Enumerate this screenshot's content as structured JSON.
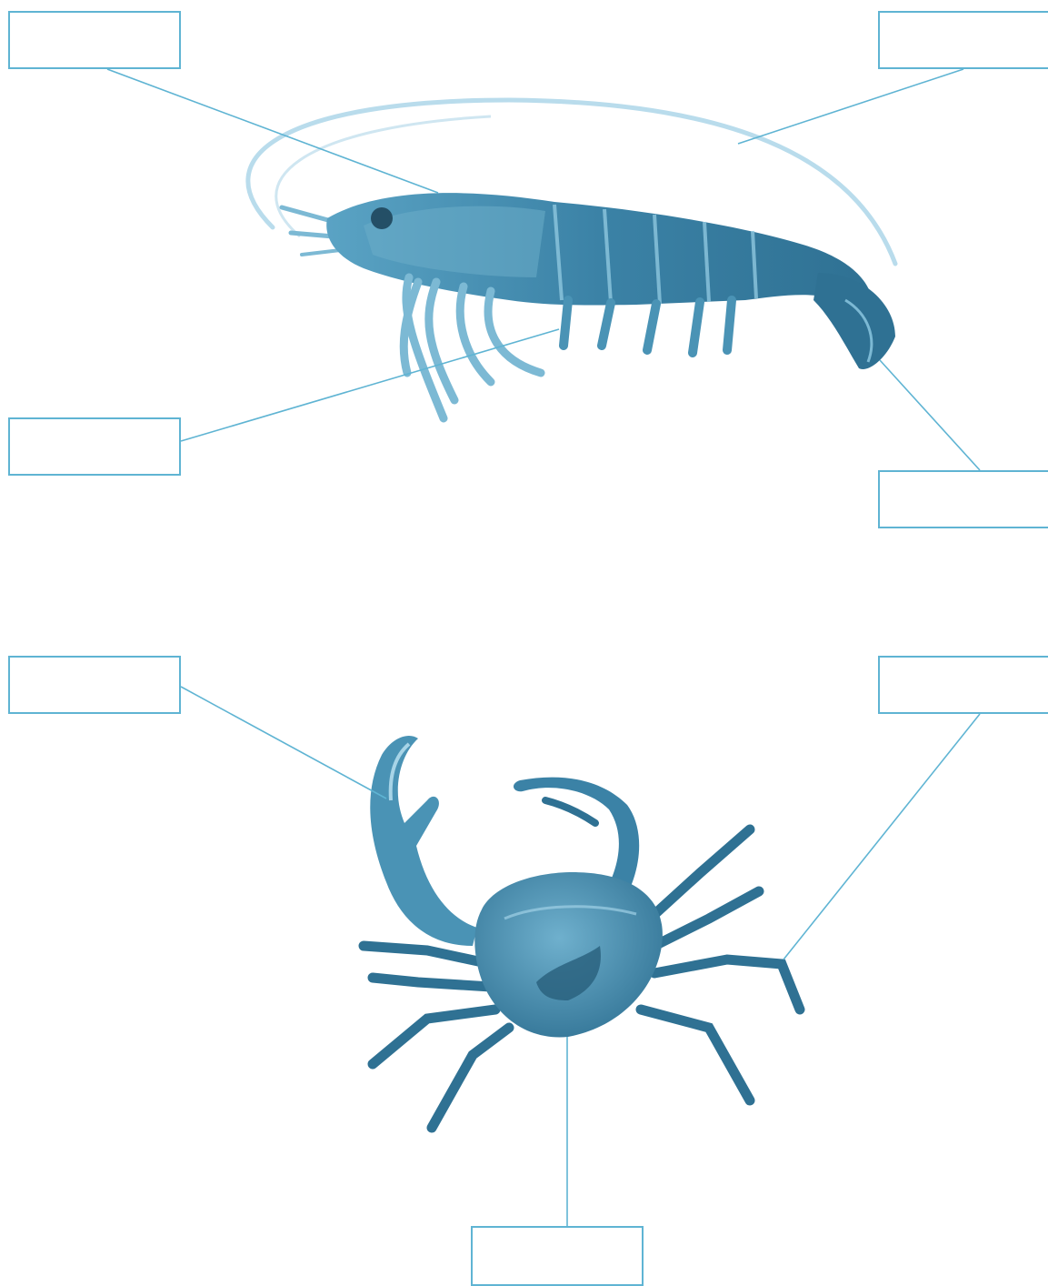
{
  "colors": {
    "leader_line": "#5fb4d3",
    "box_border": "#5fb4d3",
    "animal_dark": "#2f7193",
    "animal_mid": "#4a93b5",
    "animal_light": "#8cc6de",
    "background": "#ffffff"
  },
  "shrimp": {
    "labels": [
      {
        "id": "top-left",
        "value": ""
      },
      {
        "id": "top-right",
        "value": ""
      },
      {
        "id": "mid-left",
        "value": ""
      },
      {
        "id": "mid-right",
        "value": ""
      }
    ]
  },
  "crab": {
    "labels": [
      {
        "id": "upper-left",
        "value": ""
      },
      {
        "id": "upper-right",
        "value": ""
      },
      {
        "id": "bottom",
        "value": ""
      }
    ]
  }
}
